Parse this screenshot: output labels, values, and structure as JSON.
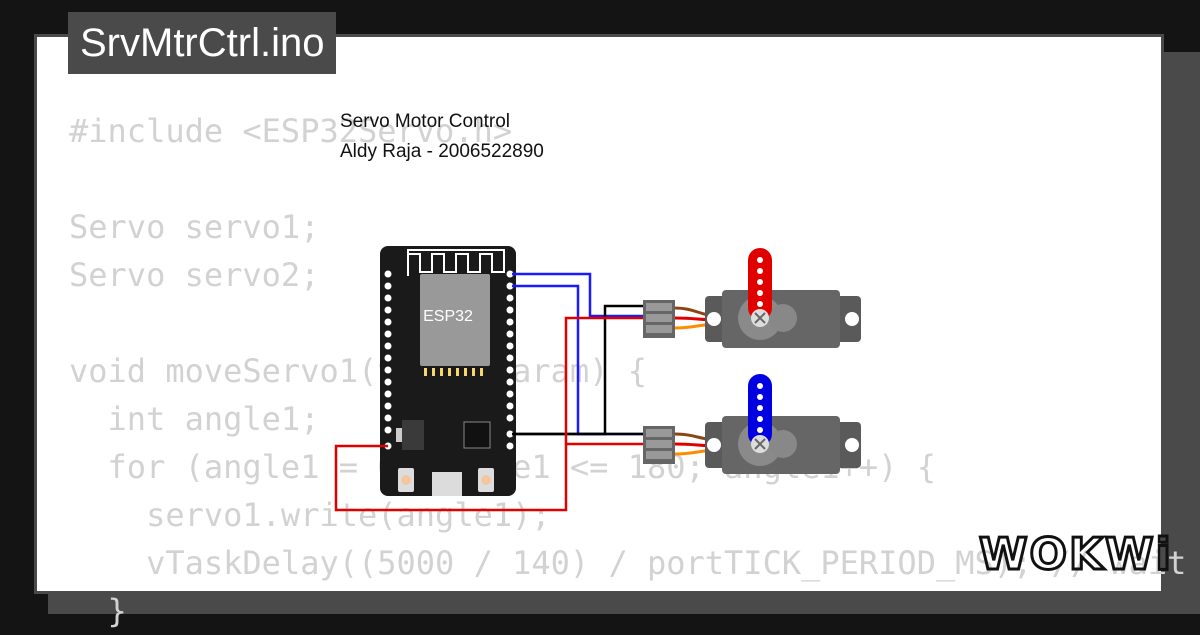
{
  "file_tab": {
    "label": "SrvMtrCtrl.ino"
  },
  "code_lines": [
    "#include <ESP32Servo.h>",
    "",
    "Servo servo1;",
    "Servo servo2;",
    "",
    "void moveServo1(void *param) {",
    "  int angle1;",
    "  for (angle1 = 0; angle1 <= 180; angle1++) {",
    "    servo1.write(angle1);",
    "    vTaskDelay((5000 / 140) / portTICK_PERIOD_MS); // wait",
    "  }"
  ],
  "canvas_labels": {
    "title": "Servo Motor Control",
    "author": "Aldy Raja - 2006522890"
  },
  "board": {
    "chip_label": "ESP32"
  },
  "brand": {
    "logo_text": "WOKWi"
  },
  "colors": {
    "servo1_horn": "#e00000",
    "servo2_horn": "#0000e0",
    "wire_blue": "#1a1aff",
    "wire_red": "#e00000",
    "wire_black": "#000000",
    "servo_body": "#5a5a5a",
    "board": "#1a1a1a"
  }
}
